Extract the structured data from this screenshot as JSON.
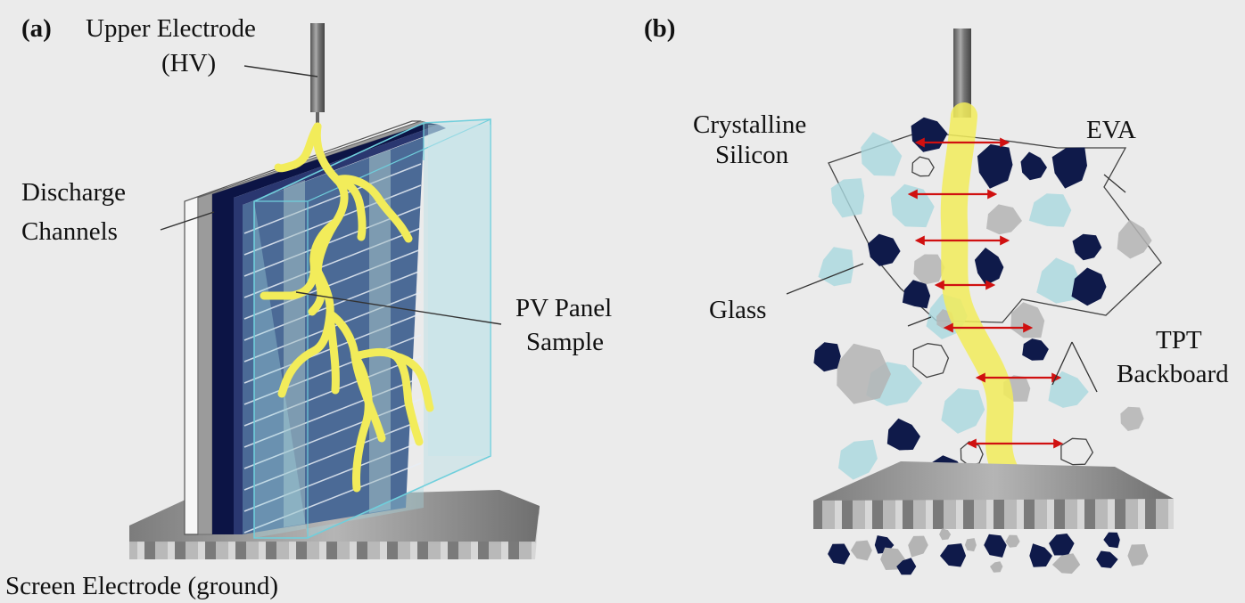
{
  "figure": {
    "panel_a": {
      "tag": "(a)",
      "labels": {
        "upper_electrode_line1": "Upper Electrode",
        "upper_electrode_line2": "(HV)",
        "discharge_line1": "Discharge",
        "discharge_line2": "Channels",
        "pv_line1": "PV Panel",
        "pv_line2": "Sample",
        "screen_electrode": "Screen Electrode (ground)"
      }
    },
    "panel_b": {
      "tag": "(b)",
      "labels": {
        "crystalline_line1": "Crystalline",
        "crystalline_line2": "Silicon",
        "eva": "EVA",
        "glass": "Glass",
        "tpt_line1": "TPT",
        "tpt_line2": "Backboard"
      }
    },
    "colors": {
      "background": "#ebebeb",
      "discharge_yellow": "#f2ec5a",
      "silicon_navy": "#0f1a4a",
      "eva_cyan": "#a9d8df",
      "tpt_gray": "#b4b4b4",
      "arrow_red": "#d01010",
      "panel_blue": "#4b6a96",
      "glass_cyan": "#8fd3dd"
    }
  }
}
